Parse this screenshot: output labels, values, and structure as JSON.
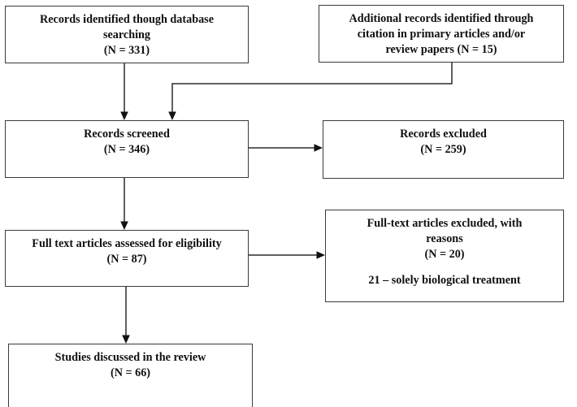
{
  "diagram": {
    "type": "prisma-flow-diagram",
    "title": "",
    "boxes": [
      {
        "id": "records-identified-database",
        "lines": [
          "Records identified though database",
          "searching",
          "(N = 331)"
        ],
        "count_label": "(N = 331)",
        "count": 331
      },
      {
        "id": "additional-records-citation",
        "lines": [
          "Additional records identified through",
          "citation in primary articles and/or",
          "review papers (N = 15)"
        ],
        "count_label": "(N = 15)",
        "count": 15
      },
      {
        "id": "records-screened",
        "lines": [
          "Records screened",
          "(N = 346)"
        ],
        "count_label": "(N = 346)",
        "count": 346
      },
      {
        "id": "records-excluded",
        "lines": [
          "Records excluded",
          "(N = 259)"
        ],
        "count_label": "(N = 259)",
        "count": 259
      },
      {
        "id": "full-text-assessed",
        "lines": [
          "Full text articles assessed for eligibility",
          "(N = 87)"
        ],
        "count_label": "(N = 87)",
        "count": 87
      },
      {
        "id": "full-text-excluded",
        "lines": [
          "Full-text articles excluded, with",
          "reasons",
          "(N = 20)"
        ],
        "count_label": "(N = 20)",
        "count": 20,
        "reason_line": "21 – solely biological treatment"
      },
      {
        "id": "studies-discussed",
        "lines": [
          "Studies discussed in the review",
          "(N = 66)"
        ],
        "count_label": "(N = 66)",
        "count": 66
      }
    ],
    "colors": {
      "box_border": "#3a3a3a",
      "connector": "#2b2b2b",
      "text": "#101010",
      "background": "#ffffff"
    }
  }
}
